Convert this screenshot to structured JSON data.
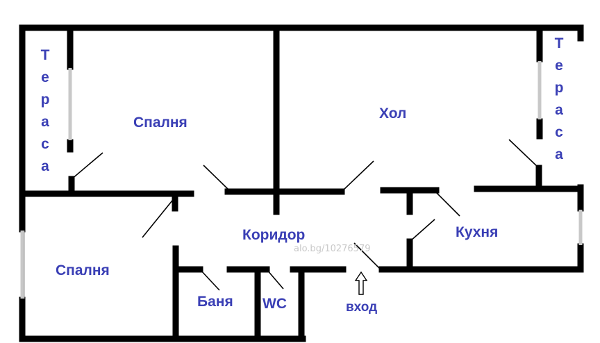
{
  "rooms": {
    "bedroom_top": "Спалня",
    "living": "Хол",
    "bedroom_bottom": "Спалня",
    "corridor": "Коридор",
    "kitchen": "Кухня",
    "bathroom": "Баня",
    "wc": "WC"
  },
  "terrace_left": [
    "Т",
    "е",
    "р",
    "а",
    "с",
    "а"
  ],
  "terrace_right": [
    "Т",
    "е",
    "р",
    "а",
    "с",
    "а"
  ],
  "entrance": "вход",
  "watermark": "alo.bg/10276579"
}
